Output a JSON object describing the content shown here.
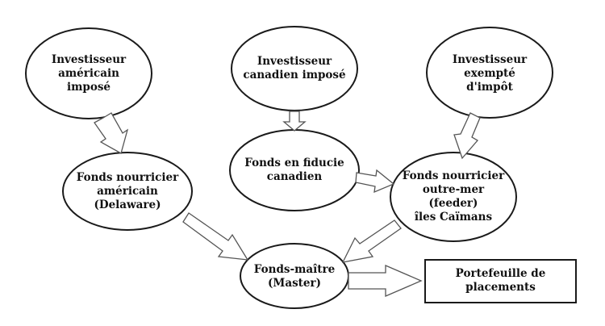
{
  "nodes": {
    "us_investor": "Investisseur\naméricain\nimposé",
    "ca_investor": "Investisseur\ncanadien imposé",
    "exempt_investor": "Investisseur\nexempté\nd'impôt",
    "ca_trust_fund": "Fonds en fiducie\ncanadien",
    "us_feeder": "Fonds nourricier\naméricain\n(Delaware)",
    "offshore_feeder": "Fonds nourricier\noutre-mer\n(feeder)\nîles Caïmans",
    "master_fund": "Fonds-maître\n(Master)",
    "portfolio": "Portefeuille de\nplacements"
  },
  "colors": {
    "stroke": "#1a1a1a",
    "fill": "#ffffff",
    "text": "#111111"
  }
}
